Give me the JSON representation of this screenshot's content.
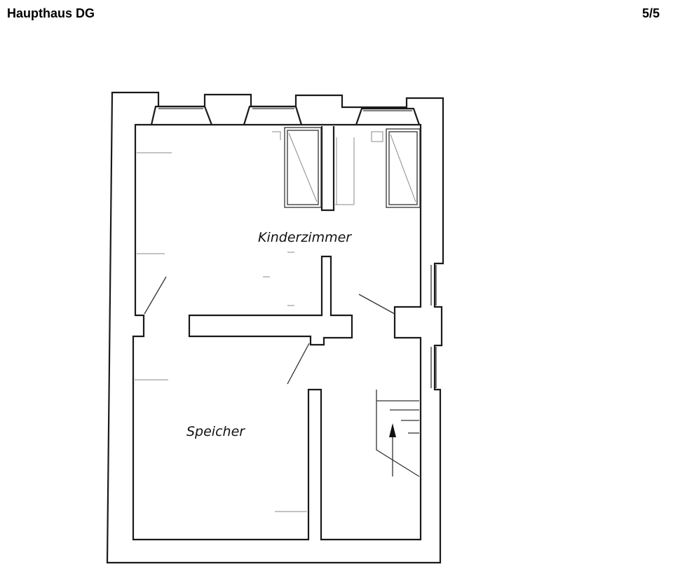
{
  "header": {
    "title": "Haupthaus DG",
    "page": "5/5"
  },
  "plan": {
    "rooms": [
      {
        "id": "kinderzimmer",
        "label": "Kinderzimmer"
      },
      {
        "id": "speicher",
        "label": "Speicher"
      }
    ],
    "icons": {
      "stair_direction": "arrow-up-icon"
    }
  }
}
